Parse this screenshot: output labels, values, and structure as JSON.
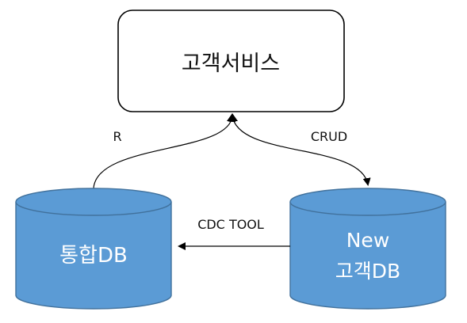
{
  "nodes": {
    "service": {
      "label": "고객서비스"
    },
    "integrated_db": {
      "label": "통합DB"
    },
    "new_db": {
      "label_line1": "New",
      "label_line2": "고객DB"
    }
  },
  "edges": {
    "read": {
      "label": "R"
    },
    "crud": {
      "label": "CRUD"
    },
    "cdc": {
      "label": "CDC TOOL"
    }
  },
  "colors": {
    "db_fill": "#5b9bd5",
    "db_stroke": "#41719c",
    "box_stroke": "#000000",
    "line": "#000000"
  }
}
